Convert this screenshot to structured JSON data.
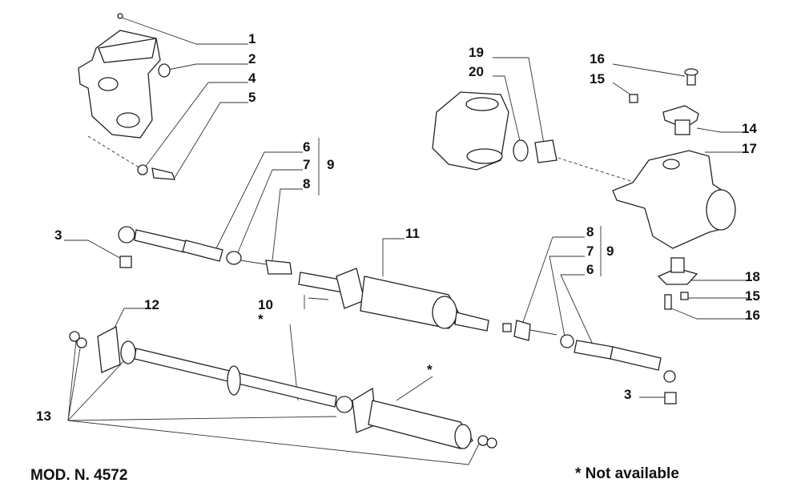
{
  "callouts": {
    "c1": "1",
    "c2": "2",
    "c4": "4",
    "c5": "5",
    "c6a": "6",
    "c7a": "7",
    "c8a": "8",
    "c9a": "9",
    "c3a": "3",
    "c11": "11",
    "c10": "10",
    "star1": "*",
    "c12": "12",
    "c13": "13",
    "star2": "*",
    "c19": "19",
    "c20": "20",
    "c16a": "16",
    "c15a": "15",
    "c14": "14",
    "c17": "17",
    "c8b": "8",
    "c7b": "7",
    "c9b": "9",
    "c6b": "6",
    "c18": "18",
    "c15b": "15",
    "c16b": "16",
    "c3b": "3"
  },
  "footer": {
    "model": "MOD. N. 4572",
    "note": "* Not available"
  }
}
